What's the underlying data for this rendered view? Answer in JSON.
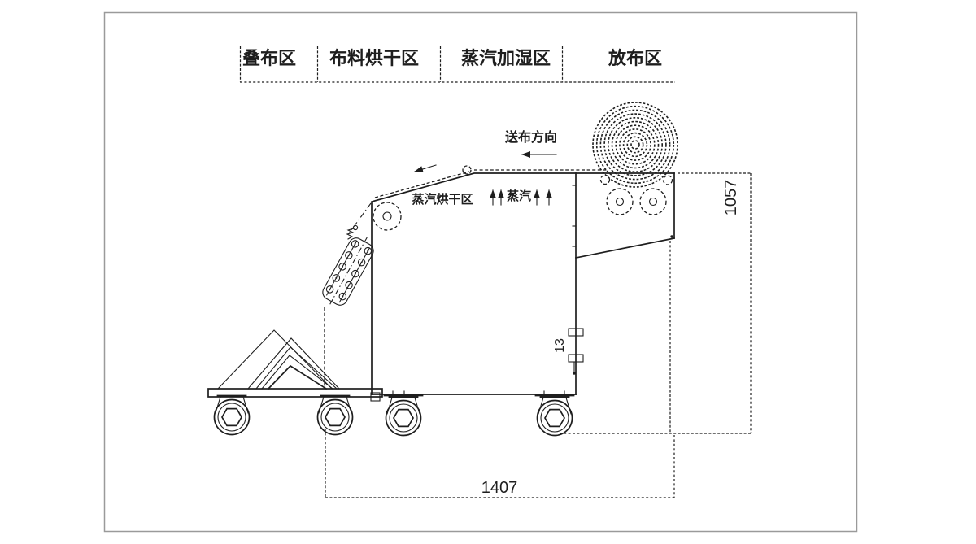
{
  "colors": {
    "line": "#1e1e1e",
    "border": "#9a9a9a",
    "background": "#ffffff"
  },
  "diagram": {
    "zones": [
      {
        "label": "叠布区"
      },
      {
        "label": "布料烘干区"
      },
      {
        "label": "蒸汽加湿区"
      },
      {
        "label": "放布区"
      }
    ],
    "labels": {
      "feed_direction": "送布方向",
      "steam": "蒸汽",
      "steam_drying_zone": "蒸汽烘干区"
    },
    "dimensions": {
      "overall_height": "1057",
      "overall_length": "1407",
      "bracket_gap": "13"
    }
  }
}
